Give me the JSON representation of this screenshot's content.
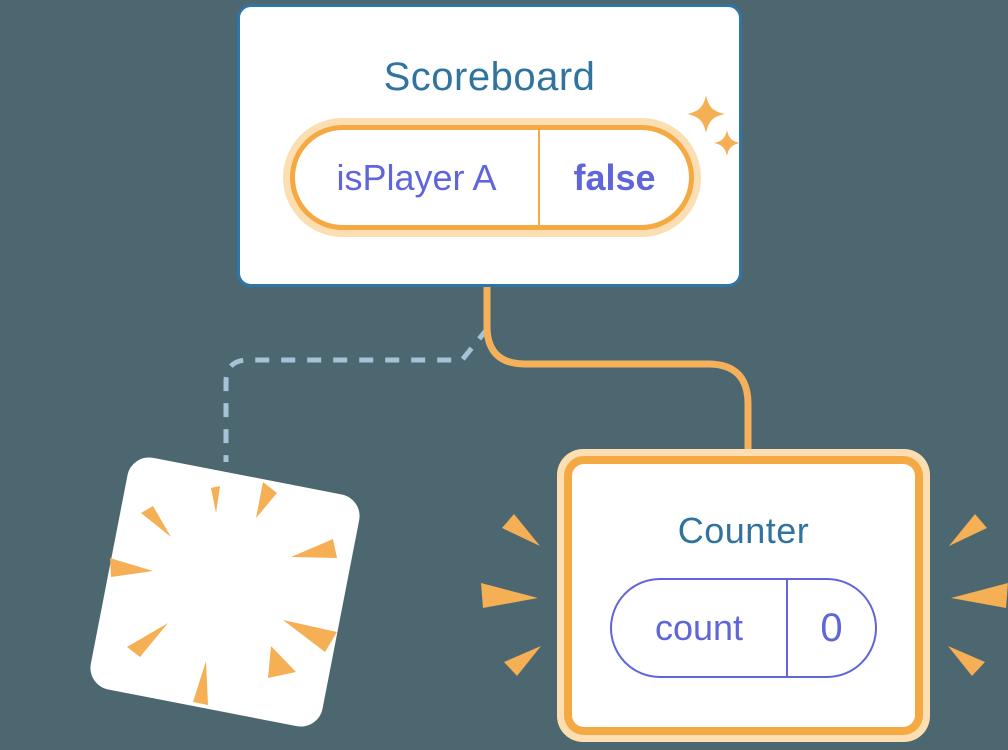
{
  "diagram": {
    "description": "React component tree state diagram: Scoreboard parent holds isPlayer A = false; old child component is destroyed (explosion burst) while a new Counter child with count = 0 is created",
    "colors": {
      "background": "#4D6770",
      "card_bg": "#FFFFFF",
      "card_border_blue": "#2D76A7",
      "title_blue": "#31739F",
      "state_indigo": "#6065D9",
      "orange": "#F5A942",
      "orange_halo": "#FBDFB2",
      "orange_accent": "#F5AF55",
      "connector_orange": "#F5B05C",
      "connector_dash_blue": "#A5C2D6"
    },
    "scoreboard": {
      "title": "Scoreboard",
      "state_pill": {
        "label": "isPlayer A",
        "value": "false"
      },
      "decoration": "sparkles-icon"
    },
    "counter": {
      "title": "Counter",
      "state_pill": {
        "label": "count",
        "value": "0"
      },
      "decoration": "emphasis-rays-icon"
    },
    "destroyed_component": {
      "decoration": "explosion-burst-icon"
    },
    "connections": [
      {
        "from": "Scoreboard",
        "to": "Counter",
        "style": "solid",
        "color": "#F5B05C"
      },
      {
        "from": "Scoreboard",
        "to": "destroyed_component",
        "style": "dashed",
        "color": "#A5C2D6"
      }
    ]
  }
}
